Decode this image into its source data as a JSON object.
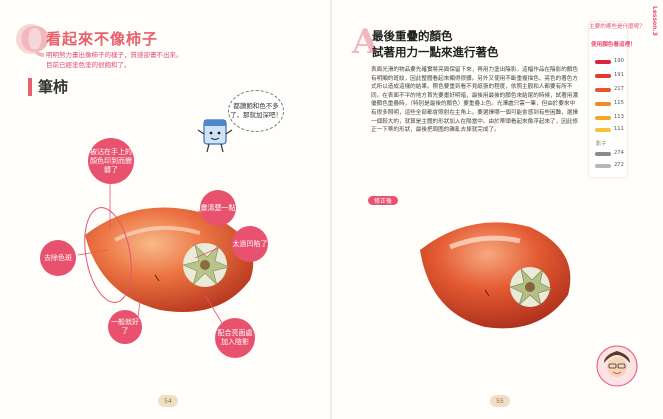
{
  "left_page": {
    "question_letter": "Q",
    "title": "看起來不像柿子",
    "subtitle_lines": [
      "明明努力畫出像柿子的樣子，質感卻畫不出來。",
      "目前已經塗色塗的很飽和了。"
    ],
    "section_title": "筆柿",
    "mascot_speech": "都讚飽和色不多了，那就加深吧！",
    "annotations": {
      "hand_marks": "被沾在手上的顏色印到而變髒了",
      "clean_up": "畫清楚一點",
      "too_concave": "太過凹陷了",
      "dull_color": "去除色斑",
      "too_sharp": "一般就好了",
      "add_shadow": "配合亮面處加入陰影"
    },
    "page_number": "54"
  },
  "right_page": {
    "answer_letter": "A",
    "title_lines": [
      "最後重疊的顏色",
      "試著用力一點來進行著色"
    ],
    "body_text": "表面光滑的物品要先確實將亮面保留下來，再用力塗出陰影。這幅作品在陰影的顏色有明顯的斑紋，因此整體看起來顯得很髒。另外又使用不斷重複描色、亮色的著色方式所以造成這樣的結果。照色要重到看不見紙張的程度，依照主觀和人都要有所不同。在表面不平的地方首先要畫好明暗，最後用最後的顏色來結尾的時候，試著用濃優顏色重疊時，（特別是最後的顏色）要重疊上色。光澤處只需一筆，但由於要來中有很多照明，這些全部都會照射在主角上。要選擇哪一個可能會感到有些困難，選擇一個較大的，就算是主體的形狀加入在陽當中。由於蒂頭看起來像浮起來了，因此修正一下蒂的形狀，最後把周圍的雜亂去掉就完成了。",
    "after_label": "修正後",
    "page_number": "55",
    "lesson_tab": "Lesson.3",
    "side_panel": {
      "heading": "主要的哪些是什麼呢？",
      "colors_heading": "使用顏色看這裡！",
      "pencils": [
        {
          "number": "190",
          "color": "#d8263a"
        },
        {
          "number": "191",
          "color": "#e23b2b"
        },
        {
          "number": "217",
          "color": "#e8562a"
        },
        {
          "number": "115",
          "color": "#f08a24"
        },
        {
          "number": "113",
          "color": "#f5a623"
        },
        {
          "number": "111",
          "color": "#f6c23a"
        }
      ],
      "shadow_heading": "影子",
      "shadow_pencils": [
        {
          "number": "274",
          "color": "#8a8a8a"
        },
        {
          "number": "272",
          "color": "#b6b6b6"
        }
      ]
    }
  },
  "colors": {
    "accent_pink": "#e8526e",
    "persimmon": "#e8643a"
  }
}
